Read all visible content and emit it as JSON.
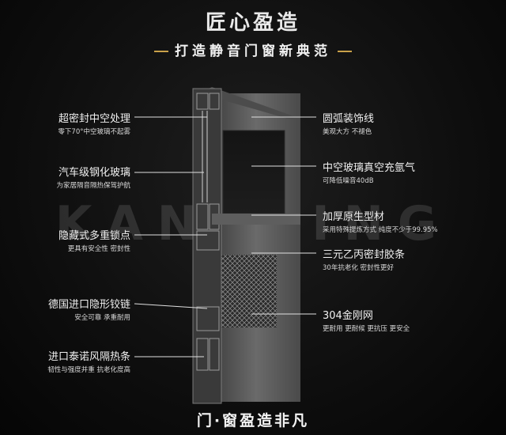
{
  "header": {
    "title": "匠心盈造",
    "subtitle": "打造静音门窗新典范"
  },
  "watermark": "KANGYING",
  "left_labels": [
    {
      "title": "超密封中空处理",
      "desc": "零下70°中空玻璃不起雾"
    },
    {
      "title": "汽车级钢化玻璃",
      "desc": "为家居隔音隔热保驾护航"
    },
    {
      "title": "隐藏式多重锁点",
      "desc": "更具有安全性 密封性"
    },
    {
      "title": "德国进口隐形铰链",
      "desc": "安全可靠 承重耐用"
    },
    {
      "title": "进口泰诺风隔热条",
      "desc": "韧性与强度并重 抗老化度高"
    }
  ],
  "right_labels": [
    {
      "title": "圆弧装饰线",
      "desc": "美观大方 不褪色"
    },
    {
      "title": "中空玻璃真空充氩气",
      "desc": "可降低噪音40dB"
    },
    {
      "title": "加厚原生型材",
      "desc": "采用特殊提炼方式 纯度不少于99.95%"
    },
    {
      "title": "三元乙丙密封胶条",
      "desc": "30年抗老化 密封性更好"
    },
    {
      "title": "304金刚网",
      "desc": "更耐用 更耐候 更抗压 更安全"
    }
  ],
  "footer": "门·窗盈造非凡",
  "colors": {
    "accent": "#c9a14a",
    "frame": "#5b5b5b",
    "background": "#0e0e0e"
  }
}
